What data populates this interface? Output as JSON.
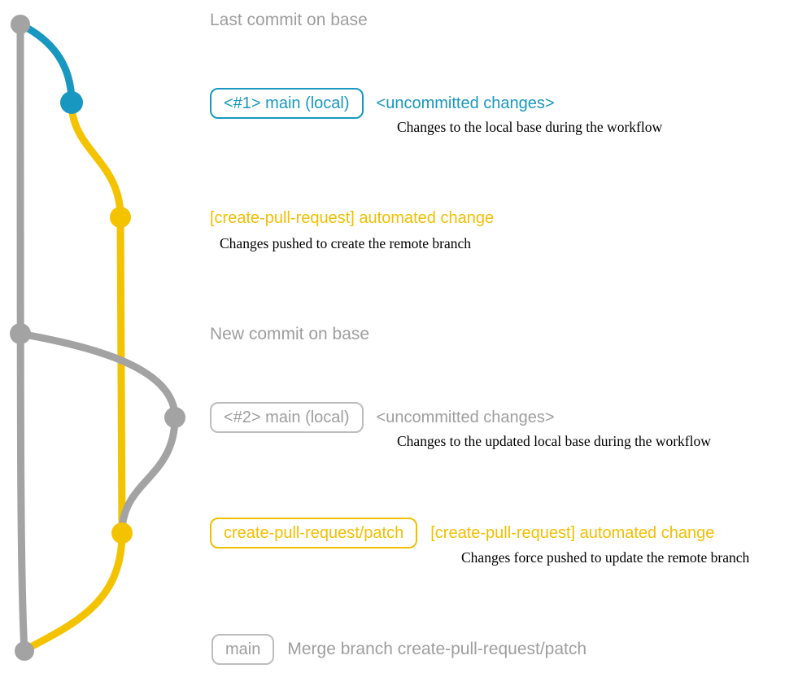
{
  "colors": {
    "gray": "#a3a3a3",
    "blue": "#1898c0",
    "yellow": "#f4c300",
    "text": "#000000"
  },
  "graph": {
    "nodes": [
      {
        "id": "last-commit-on-base",
        "color": "gray"
      },
      {
        "id": "main-local-1",
        "color": "blue"
      },
      {
        "id": "create-pull-request-commit-1",
        "color": "yellow"
      },
      {
        "id": "new-commit-on-base",
        "color": "gray"
      },
      {
        "id": "main-local-2",
        "color": "gray"
      },
      {
        "id": "create-pull-request-commit-2",
        "color": "yellow"
      },
      {
        "id": "merge-commit",
        "color": "gray"
      }
    ]
  },
  "rows": {
    "last_commit": {
      "label": "Last commit on base"
    },
    "main_local_1": {
      "badge": "<#1> main (local)",
      "annotation": "<uncommitted changes>",
      "description": "Changes to the local base during the workflow"
    },
    "automated_change_1": {
      "label": "[create-pull-request] automated change",
      "description": "Changes pushed to create the remote branch"
    },
    "new_commit": {
      "label": "New commit on base"
    },
    "main_local_2": {
      "badge": "<#2> main (local)",
      "annotation": "<uncommitted changes>",
      "description": "Changes to the updated local base during the workflow"
    },
    "patch_branch": {
      "badge": "create-pull-request/patch",
      "label": "[create-pull-request] automated change",
      "description": "Changes force pushed to update the remote branch"
    },
    "merge": {
      "badge": "main",
      "label": "Merge branch create-pull-request/patch"
    }
  }
}
